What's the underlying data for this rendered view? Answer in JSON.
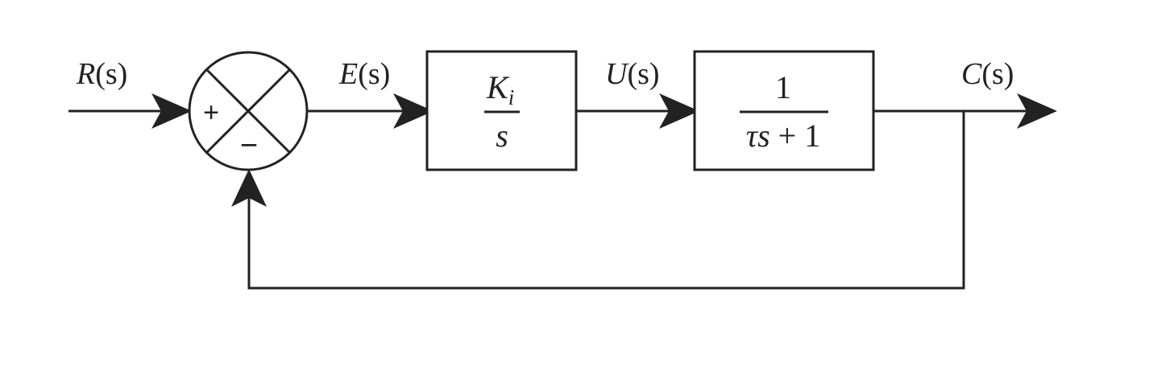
{
  "signals": {
    "input": {
      "name": "R",
      "arg": "(s)"
    },
    "error": {
      "name": "E",
      "arg": "(s)"
    },
    "control": {
      "name": "U",
      "arg": "(s)"
    },
    "output": {
      "name": "C",
      "arg": "(s)"
    }
  },
  "summing_junction": {
    "plus": "+",
    "minus": "−"
  },
  "blocks": {
    "integrator": {
      "numerator": "K",
      "numerator_sub": "i",
      "denominator": "s"
    },
    "plant": {
      "numerator": "1",
      "denominator_tau": "τs",
      "denominator_rest": " + 1"
    }
  },
  "colors": {
    "line": "#222222",
    "background": "#ffffff"
  }
}
